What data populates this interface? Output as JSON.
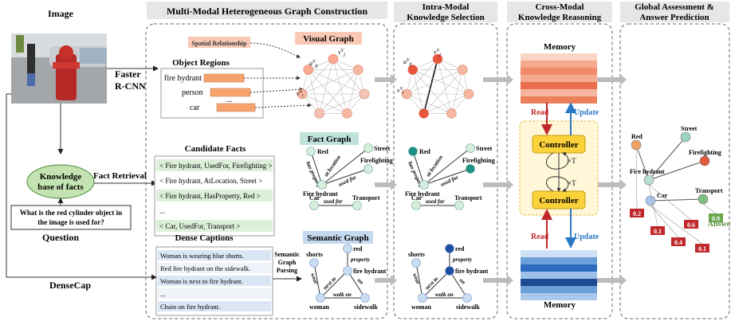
{
  "headers": {
    "image": "Image",
    "construction": "Multi-Modal Heterogeneous Graph Construction",
    "selection": [
      "Intra-Modal",
      "Knowledge Selection"
    ],
    "reasoning": [
      "Cross-Modal",
      "Knowledge Reasoning"
    ],
    "assessment": [
      "Global Assessment &",
      "Answer Prediction"
    ]
  },
  "left": {
    "faster_rcnn": [
      "Faster",
      "R-CNN"
    ],
    "knowledge_base": [
      "Knowledge",
      "base of facts"
    ],
    "fact_retrieval": "Fact Retrieval",
    "question_text": [
      "What is the red cylinder object in",
      "the image is used for?"
    ],
    "question_label": "Question",
    "densecap": "DenseCap"
  },
  "visual": {
    "title": "Visual Graph",
    "spatial": "Spatial Relationship",
    "object_regions": "Object Regions",
    "objects": [
      "fire hydrant",
      "person",
      "car"
    ],
    "ellipsis": "...",
    "edge_label": "a",
    "edge_label_sub": "ij",
    "edge_label_sup": "V",
    "node_i": "v",
    "node_i_sup": "V",
    "node_i_sub": "i",
    "node_j": "v",
    "node_j_sup": "V",
    "node_j_sub": "j"
  },
  "fact": {
    "title": "Fact Graph",
    "candidate_title": "Candidate Facts",
    "facts": [
      "< Fire hydrant, UsedFor, Firefighting >",
      "< Fire hydrant, AtLocation, Street >",
      "< Fire hydrant, HasProperty, Red >",
      "...",
      "< Car, UsedFor, Transport >"
    ],
    "nodes": [
      "Red",
      "Street",
      "Firefighting",
      "Fire hydrant",
      "Car",
      "Transport"
    ],
    "edges": [
      "has property",
      "at location",
      "used for",
      "used for"
    ]
  },
  "semantic": {
    "title": "Semantic Graph",
    "dense_title": "Dense Captions",
    "captions": [
      "Woman is wearing blue shorts.",
      "Red fire hydrant on the sidewalk.",
      "Woman is next to fire hydrant.",
      "...",
      "Chain on fire hydrant."
    ],
    "parsing": [
      "Semantic",
      "Graph",
      "Parsing"
    ],
    "nodes": [
      "shorts",
      "red",
      "fire hydrant",
      "woman",
      "sidewalk"
    ],
    "edges": [
      "property",
      "wear",
      "next to",
      "on",
      "walk on"
    ]
  },
  "reasoning": {
    "memory": "Memory",
    "controller": "Controller",
    "read": "Read",
    "update": "Update",
    "times": "×T"
  },
  "assessment": {
    "nodes": [
      "Red",
      "Street",
      "Firefighting",
      "Fire hydrant",
      "Car",
      "Transport"
    ],
    "scores": [
      "0.2",
      "0.1",
      "0.4",
      "0.6",
      "0.1",
      "0.9"
    ],
    "answer": "Answer"
  },
  "colors": {
    "visual_title_bg": "#f9c9b5",
    "fact_title_bg": "#bfe3db",
    "semantic_title_bg": "#c5d9ee",
    "visual_node": "#f6b7a0",
    "visual_node_dark": "#e8553a",
    "fact_node": "#d6eedb",
    "fact_node_dark": "#1e8f85",
    "semantic_node": "#c8dcf2",
    "semantic_node_dark": "#1f4fa3",
    "controller": "#fbd23a",
    "read": "#c0282a",
    "update": "#2a78c4",
    "score_bg": "#c0282a",
    "answer_bg": "#6aa84f"
  }
}
